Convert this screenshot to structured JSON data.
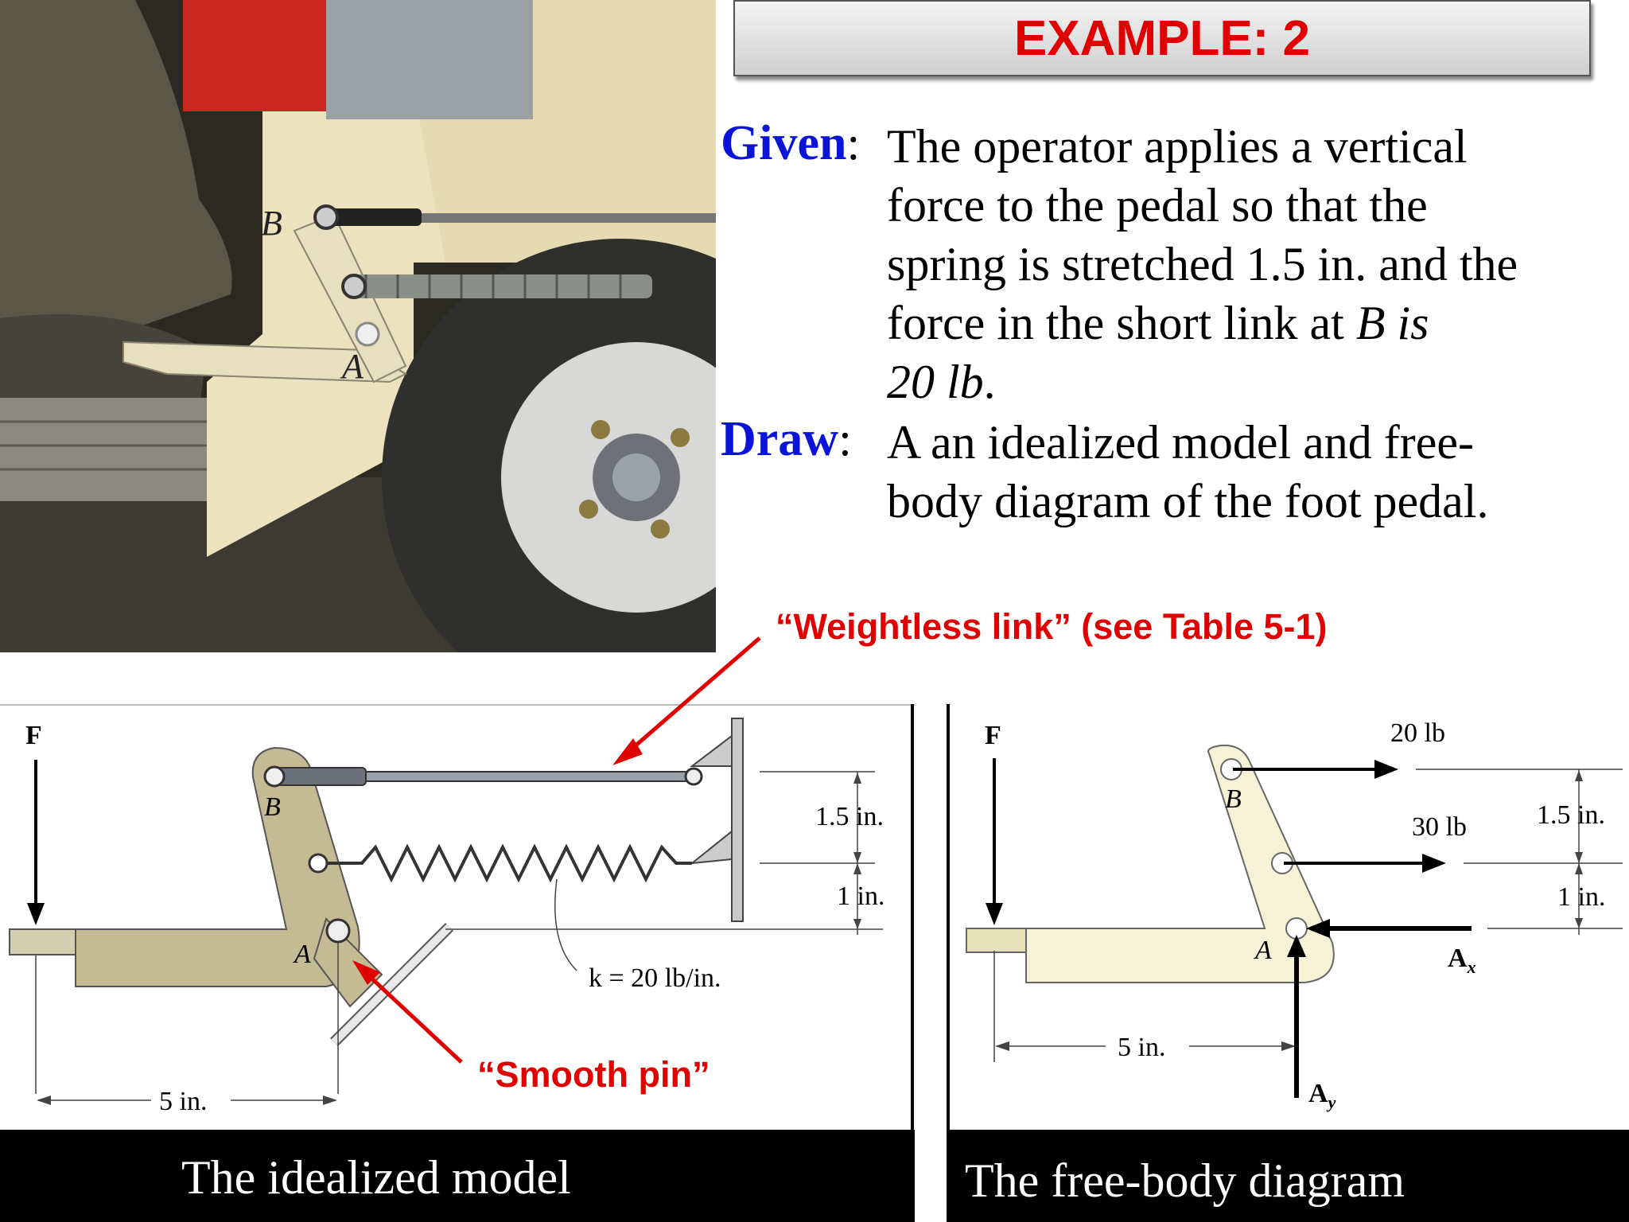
{
  "header": {
    "title": "EXAMPLE: 2"
  },
  "given": {
    "label": "Given",
    "lines": [
      "The operator applies a vertical",
      "force to the pedal so that the",
      "spring is stretched 1.5 in. and the",
      "force in the short link at ",
      "20 lb"
    ],
    "italic_b": "B is"
  },
  "draw": {
    "label": "Draw",
    "lines": [
      "A an idealized model and free-",
      "body diagram of the foot pedal."
    ]
  },
  "annotations": {
    "weightless_link": "“Weightless link” (see Table 5-1)",
    "smooth_pin": "“Smooth pin”"
  },
  "photo": {
    "label_b": "B",
    "label_a": "A"
  },
  "idealized": {
    "caption": "The idealized model",
    "force_label": "F",
    "label_b": "B",
    "label_a": "A",
    "dim_top": "1.5 in.",
    "dim_bottom": "1 in.",
    "spring_label": "k = 20 lb/in.",
    "dim_horizontal": "5 in."
  },
  "fbd": {
    "caption": "The free-body diagram",
    "force_label": "F",
    "force_b": "20 lb",
    "force_spring": "30 lb",
    "label_b": "B",
    "label_a": "A",
    "dim_top": "1.5 in.",
    "dim_bottom": "1 in.",
    "dim_horizontal": "5 in.",
    "ax": "A",
    "ax_sub": "x",
    "ay": "A",
    "ay_sub": "y"
  }
}
